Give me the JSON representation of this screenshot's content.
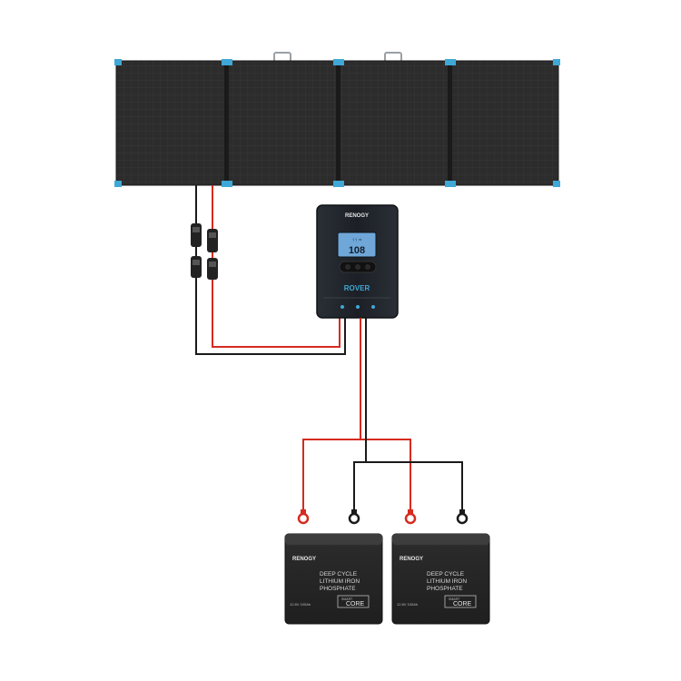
{
  "colors": {
    "panel_frame": "#3fa8d6",
    "panel_cell": "#2b2b2b",
    "wire_positive": "#d62b1f",
    "wire_negative": "#1a1a1a",
    "controller_body": "#1f2329",
    "lcd": "#6fa7d8",
    "battery_body": "#2a2a2a"
  },
  "controller": {
    "brand": "RENOGY",
    "lcd_top": "↑↑ ≈",
    "lcd_value": "108",
    "model": "ROVER"
  },
  "batteries": [
    {
      "brand": "RENOGY",
      "line1": "DEEP CYCLE",
      "line2": "LITHIUM IRON",
      "line3": "PHOSPHATE",
      "spec": "12.8V 100Ah",
      "badge_small": "SMART",
      "badge": "CORE"
    },
    {
      "brand": "RENOGY",
      "line1": "DEEP CYCLE",
      "line2": "LITHIUM IRON",
      "line3": "PHOSPHATE",
      "spec": "12.8V 100Ah",
      "badge_small": "SMART",
      "badge": "CORE"
    }
  ]
}
